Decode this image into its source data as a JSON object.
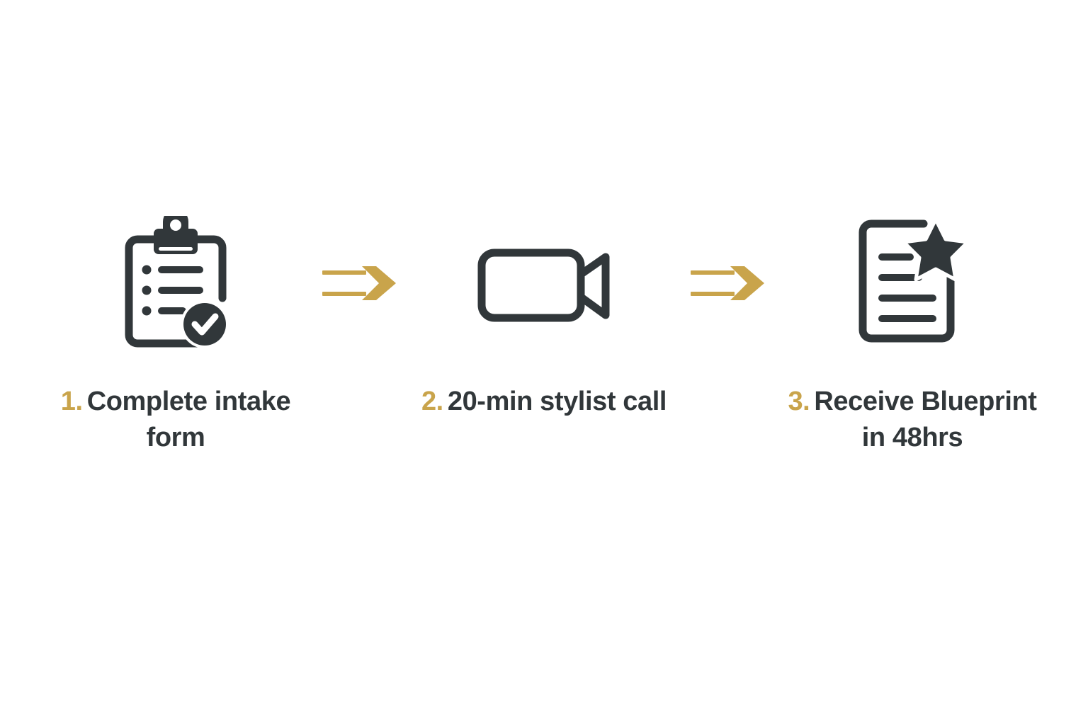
{
  "diagram": {
    "type": "process-flow",
    "background_color": "#ffffff",
    "accent_color": "#c9a44b",
    "icon_color": "#31373a",
    "text_color": "#31373a",
    "steps": [
      {
        "number": "1.",
        "label": "Complete intake form",
        "icon": "clipboard-check-icon"
      },
      {
        "number": "2.",
        "label": "20-min stylist call",
        "icon": "video-camera-icon"
      },
      {
        "number": "3.",
        "label": "Receive Blueprint in 48hrs",
        "icon": "document-star-icon"
      }
    ],
    "connectors": [
      {
        "icon": "arrow-right-icon"
      },
      {
        "icon": "arrow-right-icon"
      }
    ]
  }
}
